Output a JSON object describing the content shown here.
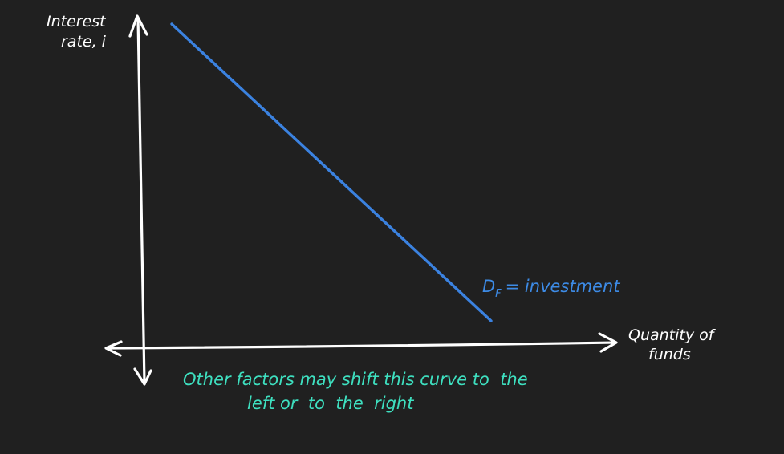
{
  "chart_data": {
    "type": "line",
    "ylabel": [
      "Interest",
      "rate, i"
    ],
    "xlabel": [
      "Quantity of",
      "funds"
    ],
    "series": [
      {
        "name": "D",
        "name_subscript": "F",
        "name_suffix": "= investment",
        "color": "#3b82e0",
        "x": [
          0,
          1
        ],
        "y": [
          1,
          0
        ]
      }
    ],
    "annotation": [
      "Other factors may shift this curve to  the",
      "left or  to  the  right"
    ],
    "annotation_color": "#3ee0c0",
    "axis_color": "#ffffff",
    "grid": false,
    "legend": false
  }
}
